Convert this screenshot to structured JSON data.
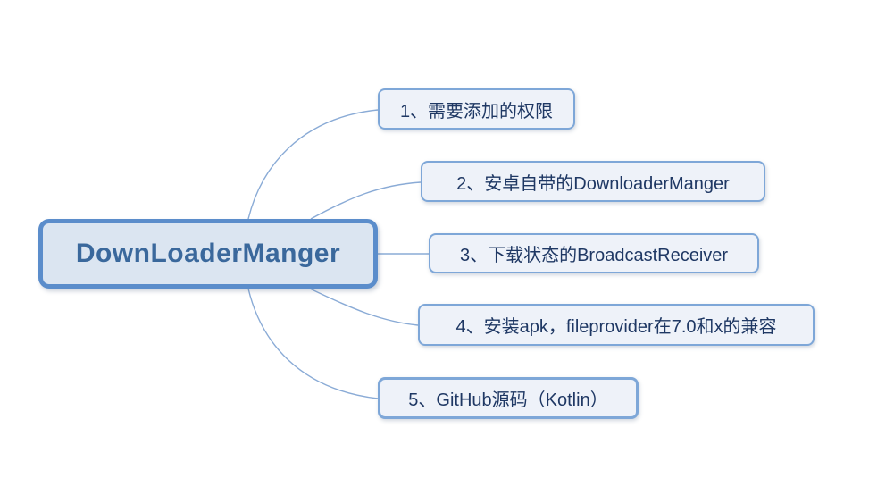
{
  "diagram": {
    "type": "mindmap",
    "root": {
      "label": "DownLoaderManger"
    },
    "branches": [
      {
        "label": "1、需要添加的权限"
      },
      {
        "label": "2、安卓自带的DownloaderManger"
      },
      {
        "label": "3、下载状态的BroadcastReceiver"
      },
      {
        "label": "4、安装apk，fileprovider在7.0和x的兼容"
      },
      {
        "label": "5、GitHub源码（Kotlin）"
      }
    ],
    "colors": {
      "background": "#ffffff",
      "root_border": "#5b8dcb",
      "root_fill": "#dbe5f1",
      "root_text": "#3a689c",
      "branch_border": "#7ea7d8",
      "branch_fill": "#eef2f9",
      "branch_text": "#1f3864",
      "connector": "#8aabd6"
    }
  }
}
